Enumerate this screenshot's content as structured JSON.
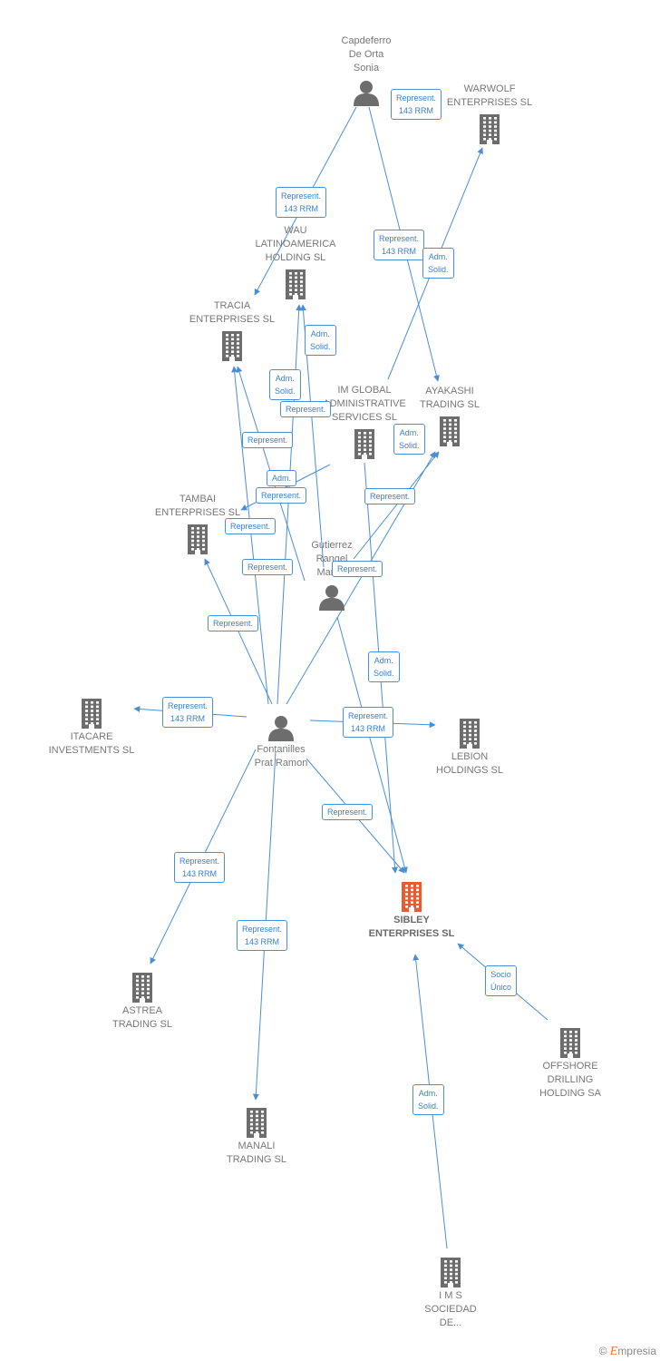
{
  "colors": {
    "link": "#4a8fd6",
    "icon": "#6d6d6d",
    "main": "#e85d2f",
    "text": "#777777"
  },
  "nodes": [
    {
      "id": "capdeferro",
      "type": "person",
      "lines": [
        "Capdeferro",
        "De Orta",
        "Sonia"
      ]
    },
    {
      "id": "warwolf",
      "type": "company",
      "lines": [
        "WARWOLF",
        "ENTERPRISES SL"
      ]
    },
    {
      "id": "wau",
      "type": "company",
      "lines": [
        "WAU",
        "LATINOAMERICA",
        "HOLDING SL"
      ]
    },
    {
      "id": "tracia",
      "type": "company",
      "lines": [
        "TRACIA",
        "ENTERPRISES SL"
      ]
    },
    {
      "id": "imglobal",
      "type": "company",
      "lines": [
        "IM GLOBAL",
        "ADMINISTRATIVE",
        "SERVICES SL"
      ]
    },
    {
      "id": "ayakashi",
      "type": "company",
      "lines": [
        "AYAKASHI",
        "TRADING SL"
      ]
    },
    {
      "id": "tambai",
      "type": "company",
      "lines": [
        "TAMBAI",
        "ENTERPRISES SL"
      ]
    },
    {
      "id": "gutierrez",
      "type": "person",
      "lines": [
        "Gutierrez",
        "Rangel",
        "Marisa"
      ]
    },
    {
      "id": "itacare",
      "type": "company",
      "lines": [
        "ITACARE",
        "INVESTMENTS SL"
      ]
    },
    {
      "id": "fontanilles",
      "type": "person",
      "lines": [
        "Fontanilles",
        "Prat Ramon"
      ]
    },
    {
      "id": "lebion",
      "type": "company",
      "lines": [
        "LEBION",
        "HOLDINGS SL"
      ]
    },
    {
      "id": "sibley",
      "type": "main",
      "lines": [
        "SIBLEY",
        "ENTERPRISES SL"
      ]
    },
    {
      "id": "astrea",
      "type": "company",
      "lines": [
        "ASTREA",
        "TRADING SL"
      ]
    },
    {
      "id": "offshore",
      "type": "company",
      "lines": [
        "OFFSHORE",
        "DRILLING",
        "HOLDING SA"
      ]
    },
    {
      "id": "manali",
      "type": "company",
      "lines": [
        "MANALI",
        "TRADING SL"
      ]
    },
    {
      "id": "ims",
      "type": "company",
      "lines": [
        "I M S",
        "SOCIEDAD",
        "DE..."
      ]
    }
  ],
  "edges": [
    {
      "from": "capdeferro",
      "to": "tracia"
    },
    {
      "from": "capdeferro",
      "to": "ayakashi"
    },
    {
      "from": "imglobal",
      "to": "warwolf"
    },
    {
      "from": "gutierrez",
      "to": "wau"
    },
    {
      "from": "gutierrez",
      "to": "tracia"
    },
    {
      "from": "gutierrez",
      "to": "tambai"
    },
    {
      "from": "gutierrez",
      "to": "ayakashi"
    },
    {
      "from": "gutierrez",
      "to": "sibley"
    },
    {
      "from": "imglobal",
      "to": "sibley"
    },
    {
      "from": "fontanilles",
      "to": "wau"
    },
    {
      "from": "fontanilles",
      "to": "tracia"
    },
    {
      "from": "fontanilles",
      "to": "tambai"
    },
    {
      "from": "fontanilles",
      "to": "ayakashi"
    },
    {
      "from": "fontanilles",
      "to": "itacare"
    },
    {
      "from": "fontanilles",
      "to": "lebion"
    },
    {
      "from": "fontanilles",
      "to": "sibley"
    },
    {
      "from": "fontanilles",
      "to": "astrea"
    },
    {
      "from": "fontanilles",
      "to": "manali"
    },
    {
      "from": "offshore",
      "to": "sibley"
    },
    {
      "from": "ims",
      "to": "sibley"
    }
  ],
  "badges": [
    {
      "lines": [
        "Represent.",
        "143 RRM"
      ]
    },
    {
      "lines": [
        "Represent.",
        "143 RRM"
      ]
    },
    {
      "lines": [
        "Represent.",
        "143 RRM"
      ]
    },
    {
      "lines": [
        "Adm.",
        "Solid."
      ]
    },
    {
      "lines": [
        "Adm.",
        "Solid."
      ]
    },
    {
      "lines": [
        "Adm.",
        "Solid."
      ]
    },
    {
      "lines": [
        "Represent."
      ]
    },
    {
      "lines": [
        "Adm.",
        "Solid."
      ]
    },
    {
      "lines": [
        "Represent."
      ]
    },
    {
      "lines": [
        "Adm."
      ]
    },
    {
      "lines": [
        "Represent."
      ]
    },
    {
      "lines": [
        "Represent."
      ]
    },
    {
      "lines": [
        "Represent."
      ]
    },
    {
      "lines": [
        "Represent."
      ]
    },
    {
      "lines": [
        "Represent."
      ]
    },
    {
      "lines": [
        "Represent."
      ]
    },
    {
      "lines": [
        "Adm.",
        "Solid."
      ]
    },
    {
      "lines": [
        "Represent.",
        "143 RRM"
      ]
    },
    {
      "lines": [
        "Represent.",
        "143 RRM"
      ]
    },
    {
      "lines": [
        "Represent."
      ]
    },
    {
      "lines": [
        "Represent.",
        "143 RRM"
      ]
    },
    {
      "lines": [
        "Represent.",
        "143 RRM"
      ]
    },
    {
      "lines": [
        "Socio",
        "Único"
      ]
    },
    {
      "lines": [
        "Adm.",
        "Solid."
      ]
    }
  ],
  "footer": {
    "copyright": "©",
    "brand_initial": "E",
    "brand_rest": "mpresia"
  }
}
